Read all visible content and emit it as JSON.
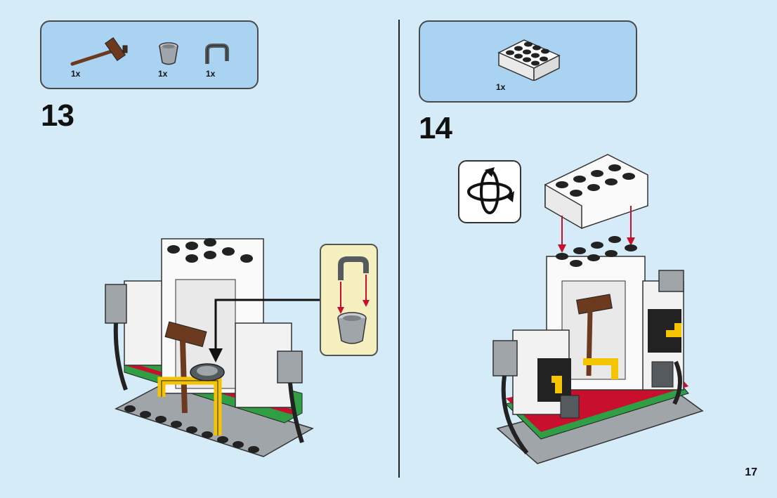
{
  "steps": [
    {
      "number": "13",
      "parts": [
        {
          "name": "broom-piece",
          "qty": "1x"
        },
        {
          "name": "bucket-piece",
          "qty": "1x"
        },
        {
          "name": "handle-piece",
          "qty": "1x"
        }
      ]
    },
    {
      "number": "14",
      "parts": [
        {
          "name": "white-brick-2x4",
          "qty": "1x"
        }
      ]
    }
  ],
  "page_number": "17",
  "icons": {
    "rotate": "rotate-model-icon",
    "arrow": "insert-arrow-icon"
  },
  "colors": {
    "background": "#d5ebf8",
    "parts_box": "#a9d3f0",
    "callout": "#f6efc0",
    "brick_green": "#2f9e44",
    "brick_red": "#c8102e",
    "brick_yellow": "#f5c400",
    "brick_brown": "#6b3a1f",
    "brick_grey": "#a0a5a9"
  }
}
